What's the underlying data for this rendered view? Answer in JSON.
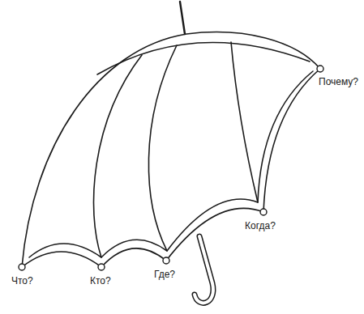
{
  "diagram": {
    "labels": [
      "Что?",
      "Кто?",
      "Где?",
      "Когда?",
      "Почему?"
    ]
  }
}
